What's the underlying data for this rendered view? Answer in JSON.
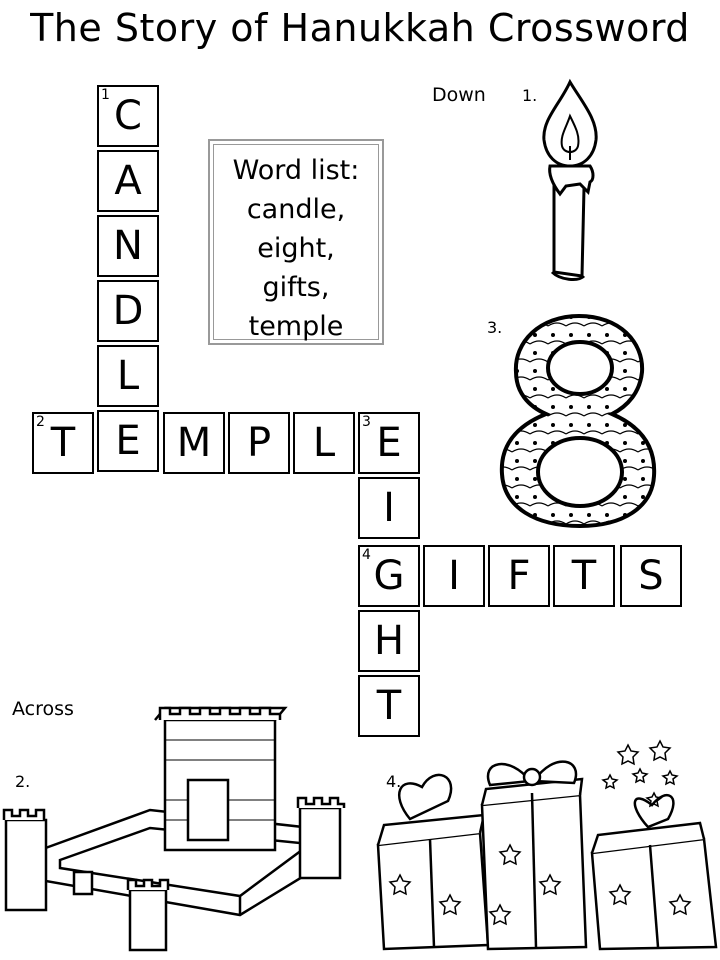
{
  "title": "The Story of Hanukkah Crossword",
  "word_list": {
    "heading": "Word list:",
    "words": [
      "candle,",
      "eight,",
      "gifts,",
      "temple"
    ]
  },
  "sections": {
    "down": "Down",
    "across": "Across"
  },
  "clue_numbers": {
    "candle": "1.",
    "eight": "3.",
    "temple": "2.",
    "gifts": "4."
  },
  "grid": {
    "candle": {
      "number": "1",
      "letters": [
        "C",
        "A",
        "N",
        "D",
        "L",
        "E"
      ]
    },
    "temple": {
      "number": "2",
      "letters": [
        "T",
        "E",
        "M",
        "P",
        "L",
        "E"
      ]
    },
    "eight": {
      "number": "3",
      "letters": [
        "E",
        "I",
        "G",
        "H",
        "T"
      ]
    },
    "gifts": {
      "number": "4",
      "letters": [
        "G",
        "I",
        "F",
        "T",
        "S"
      ]
    }
  },
  "icons": [
    "candle-icon",
    "number-eight-icon",
    "temple-icon",
    "gifts-icon"
  ]
}
